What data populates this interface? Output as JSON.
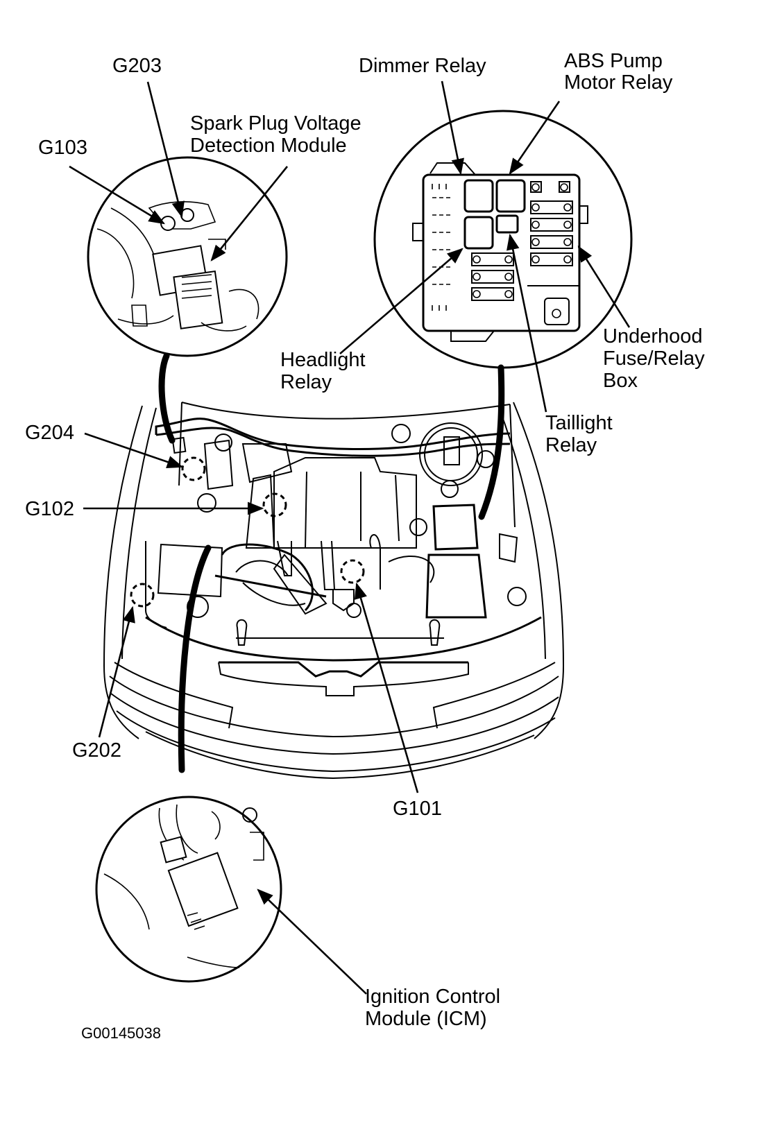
{
  "figure": {
    "type": "component-locator",
    "subject": "Engine compartment ground and relay locations",
    "figure_code": "G00145038",
    "ink_color": "#000000",
    "background_color": "#ffffff"
  },
  "labels": {
    "g203": "G203",
    "g103": "G103",
    "spark_plug_module": [
      "Spark Plug Voltage",
      "Detection Module"
    ],
    "dimmer_relay": "Dimmer Relay",
    "abs_pump_relay": [
      "ABS Pump",
      "Motor Relay"
    ],
    "headlight_relay": [
      "Headlight",
      "Relay"
    ],
    "underhood_box": [
      "Underhood",
      "Fuse/Relay",
      "Box"
    ],
    "taillight_relay": [
      "Taillight",
      "Relay"
    ],
    "g204": "G204",
    "g102": "G102",
    "g202": "G202",
    "g101": "G101",
    "icm": [
      "Ignition Control",
      "Module (ICM)"
    ]
  },
  "callouts": [
    {
      "id": "g203",
      "target": "Ground on spark plug module bracket (detail)"
    },
    {
      "id": "g103",
      "target": "Ground near spark plug module (detail)"
    },
    {
      "id": "spark-plug-module",
      "target": "Spark Plug Voltage Detection Module (detail)"
    },
    {
      "id": "dimmer-relay",
      "target": "Relay in underhood fuse/relay box"
    },
    {
      "id": "abs-pump-relay",
      "target": "Relay in underhood fuse/relay box"
    },
    {
      "id": "headlight-relay",
      "target": "Relay in underhood fuse/relay box"
    },
    {
      "id": "taillight-relay",
      "target": "Relay in underhood fuse/relay box"
    },
    {
      "id": "underhood-box",
      "target": "Underhood Fuse/Relay Box"
    },
    {
      "id": "g204",
      "target": "Ground near left shock tower"
    },
    {
      "id": "g102",
      "target": "Ground on engine"
    },
    {
      "id": "g202",
      "target": "Ground at left front of engine bay"
    },
    {
      "id": "g101",
      "target": "Ground on engine front"
    },
    {
      "id": "icm",
      "target": "Ignition Control Module (detail)"
    }
  ]
}
